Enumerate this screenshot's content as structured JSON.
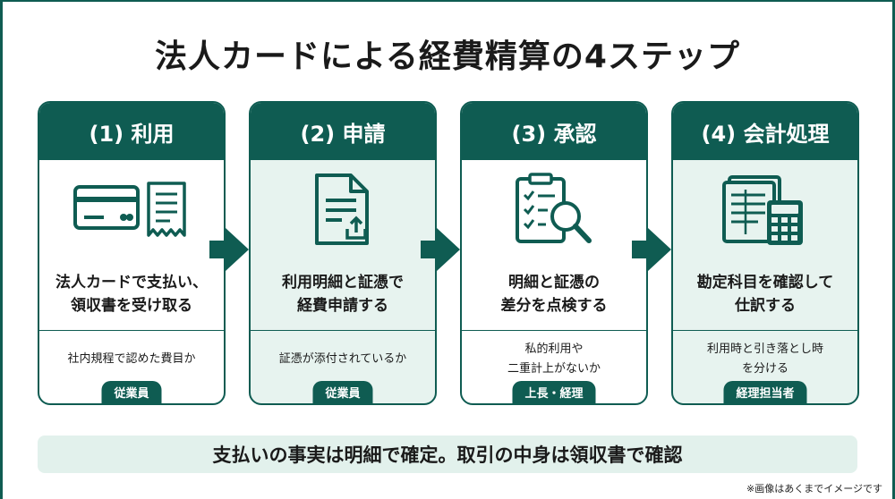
{
  "title": "法人カードによる経費精算の4ステップ",
  "steps": [
    {
      "label": "(1) 利用",
      "icon": "credit-card-receipt-icon",
      "main": "法人カードで支払い、\n領収書を受け取る",
      "sub": "社内規程で認めた費目か",
      "role": "従業員"
    },
    {
      "label": "(2) 申請",
      "icon": "document-upload-icon",
      "main": "利用明細と証憑で\n経費申請する",
      "sub": "証憑が添付されているか",
      "role": "従業員"
    },
    {
      "label": "(3) 承認",
      "icon": "checklist-magnifier-icon",
      "main": "明細と証憑の\n差分を点検する",
      "sub": "私的利用や\n二重計上がないか",
      "role": "上長・経理"
    },
    {
      "label": "(4) 会計処理",
      "icon": "ledger-calculator-icon",
      "main": "勘定科目を確認して\n仕訳する",
      "sub": "利用時と引き落とし時\nを分ける",
      "role": "経理担当者"
    }
  ],
  "banner": "支払いの事実は明細で確定。取引の中身は領収書で確認",
  "footnote": "※画像はあくまでイメージです",
  "colors": {
    "primary": "#0f5c52",
    "tint": "#e7f3ef"
  }
}
